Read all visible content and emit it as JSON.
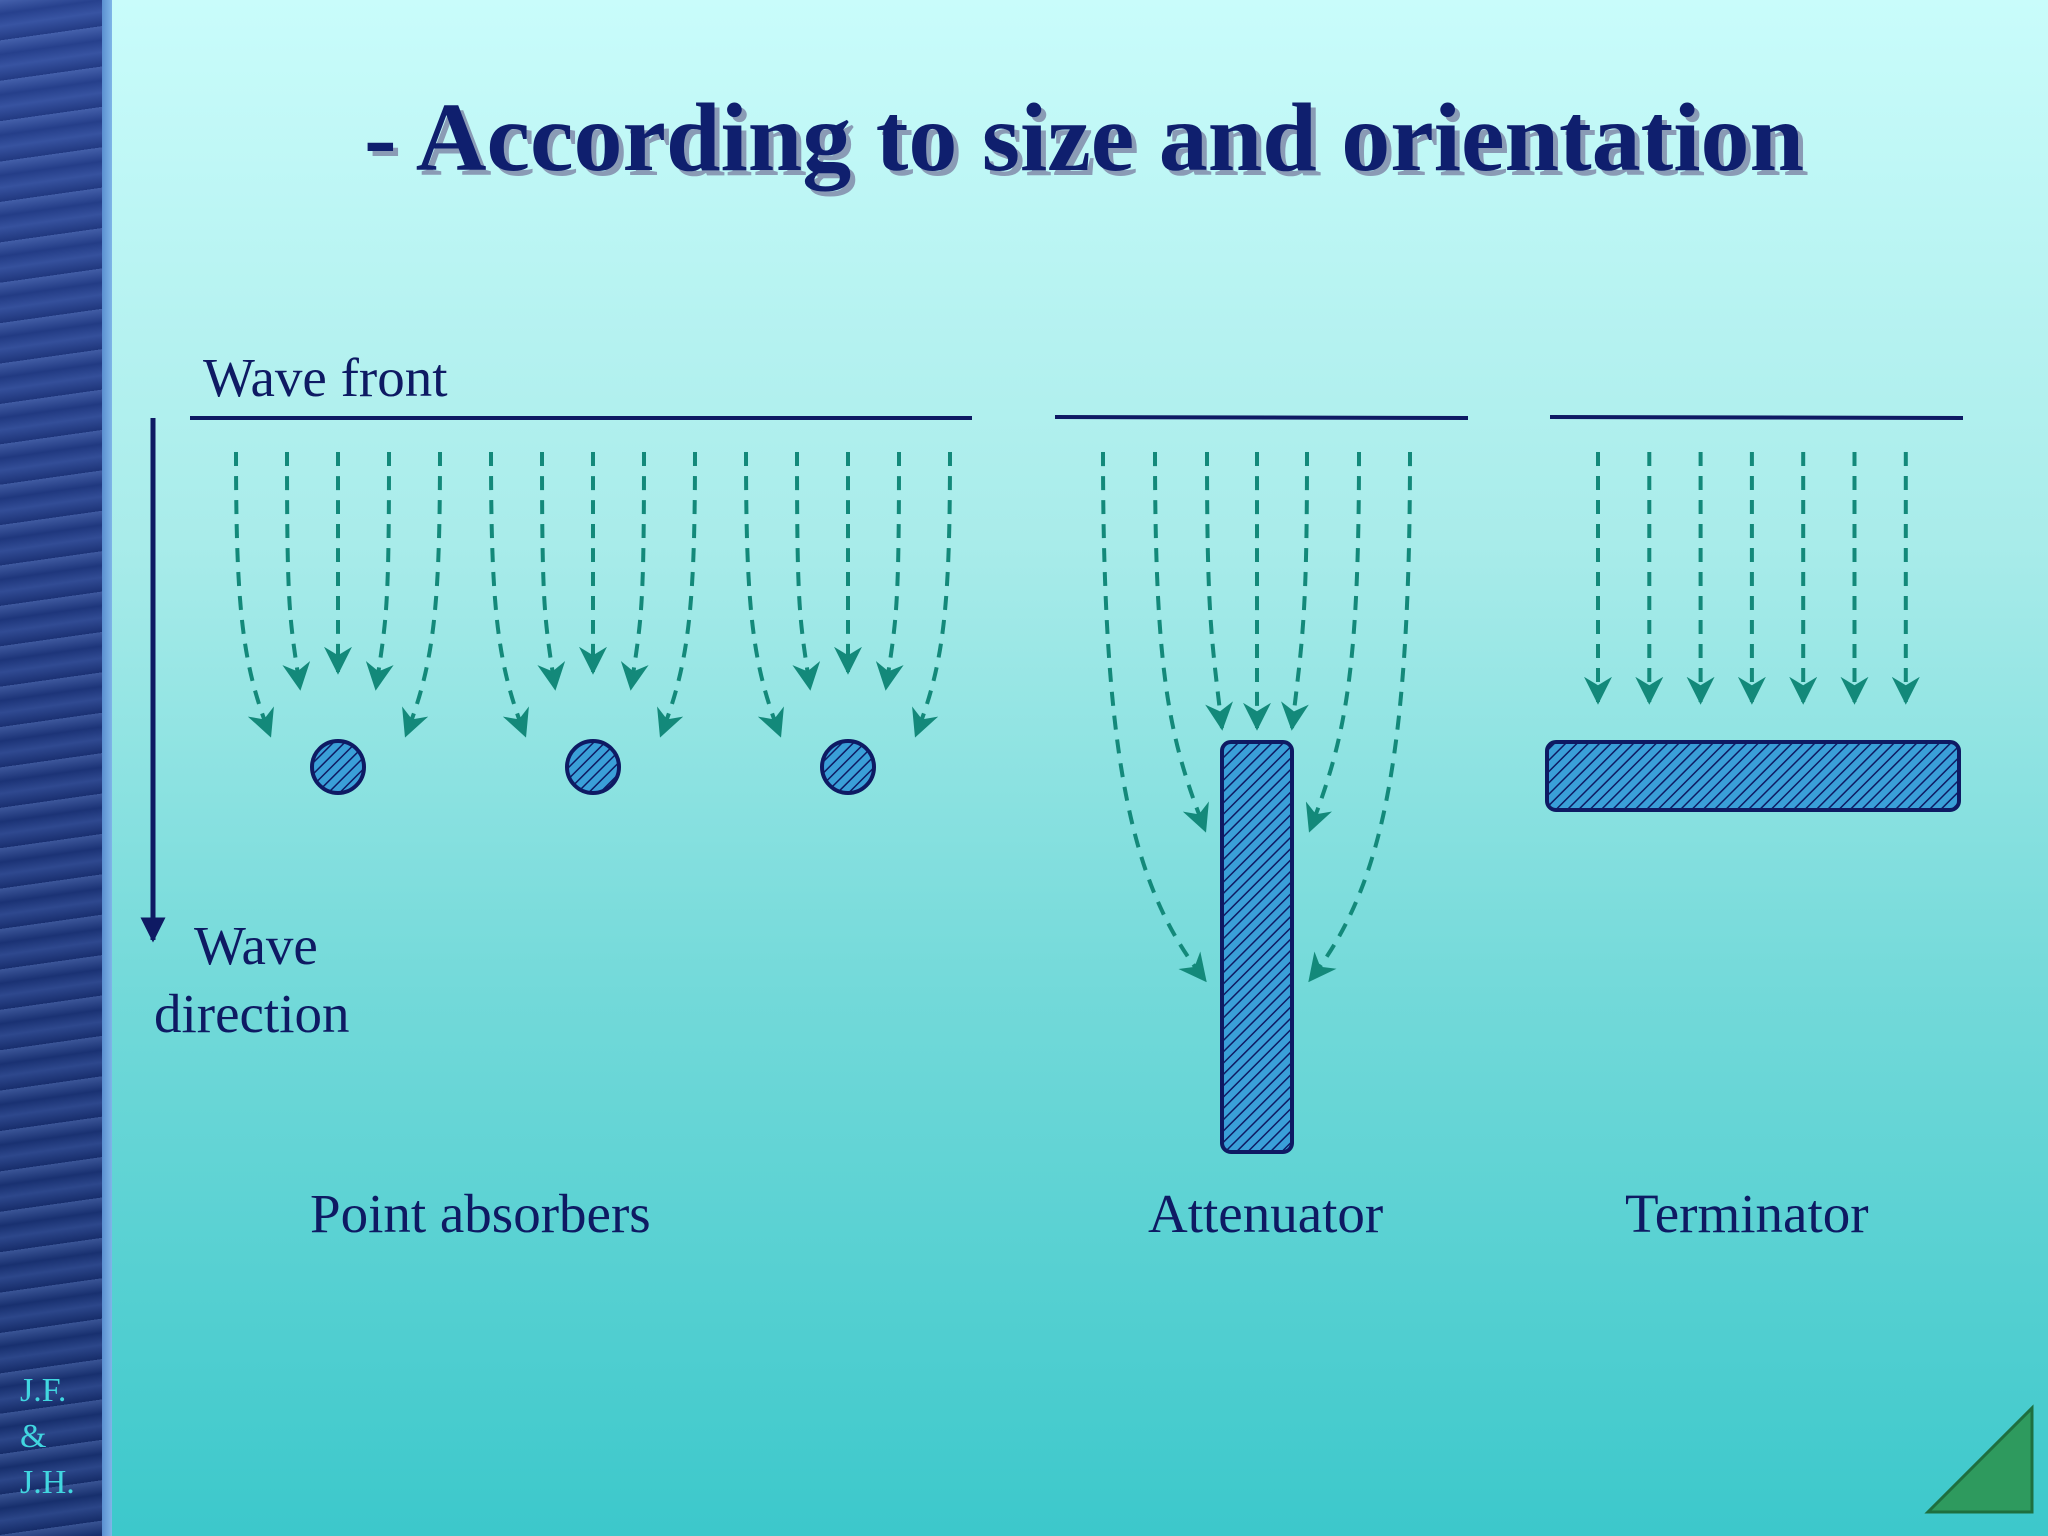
{
  "slide": {
    "title": "- According to size and orientation",
    "footer_lines": [
      "J.F.",
      "&",
      "J.H."
    ]
  },
  "diagram": {
    "wave_front_label": "Wave front",
    "wave_direction_label_line1": "Wave",
    "wave_direction_label_line2": "direction",
    "categories": [
      {
        "key": "point",
        "label": "Point absorbers"
      },
      {
        "key": "attenuator",
        "label": "Attenuator"
      },
      {
        "key": "terminator",
        "label": "Terminator"
      }
    ],
    "colors": {
      "line": "#0e1a63",
      "arrow_dashed": "#13897a",
      "device_fill": "#3a9fd8",
      "device_stroke": "#0e1a63",
      "nav_triangle": "#2e9a5e"
    },
    "point_absorber_count": 3,
    "terminator_arrow_count": 7
  }
}
